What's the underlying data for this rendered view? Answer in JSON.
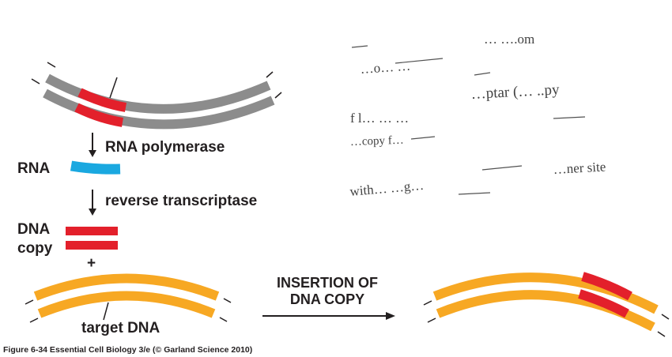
{
  "colors": {
    "grey_dna": "#8c8c8c",
    "red_segment": "#e3202b",
    "rna_blue": "#1aa8e0",
    "target_orange": "#f7a823",
    "text": "#231f20"
  },
  "labels": {
    "rna_polymerase": "RNA polymerase",
    "rna": "RNA",
    "reverse_transcriptase": "reverse transcriptase",
    "dna": "DNA",
    "copy": "copy",
    "plus": "+",
    "target_dna": "target DNA",
    "insertion_line1": "INSERTION OF",
    "insertion_line2": "DNA COPY"
  },
  "caption": "Figure 6-34  Essential Cell Biology 3/e (© Garland Science 2010)",
  "faded_text": {
    "line1": "… ….om",
    "line2": "…o… …",
    "line3": "…ptar (… ..py",
    "line4": "f l… … …",
    "line5": "…copy f…",
    "line6": "…ner site",
    "line7": "with… …g…"
  }
}
